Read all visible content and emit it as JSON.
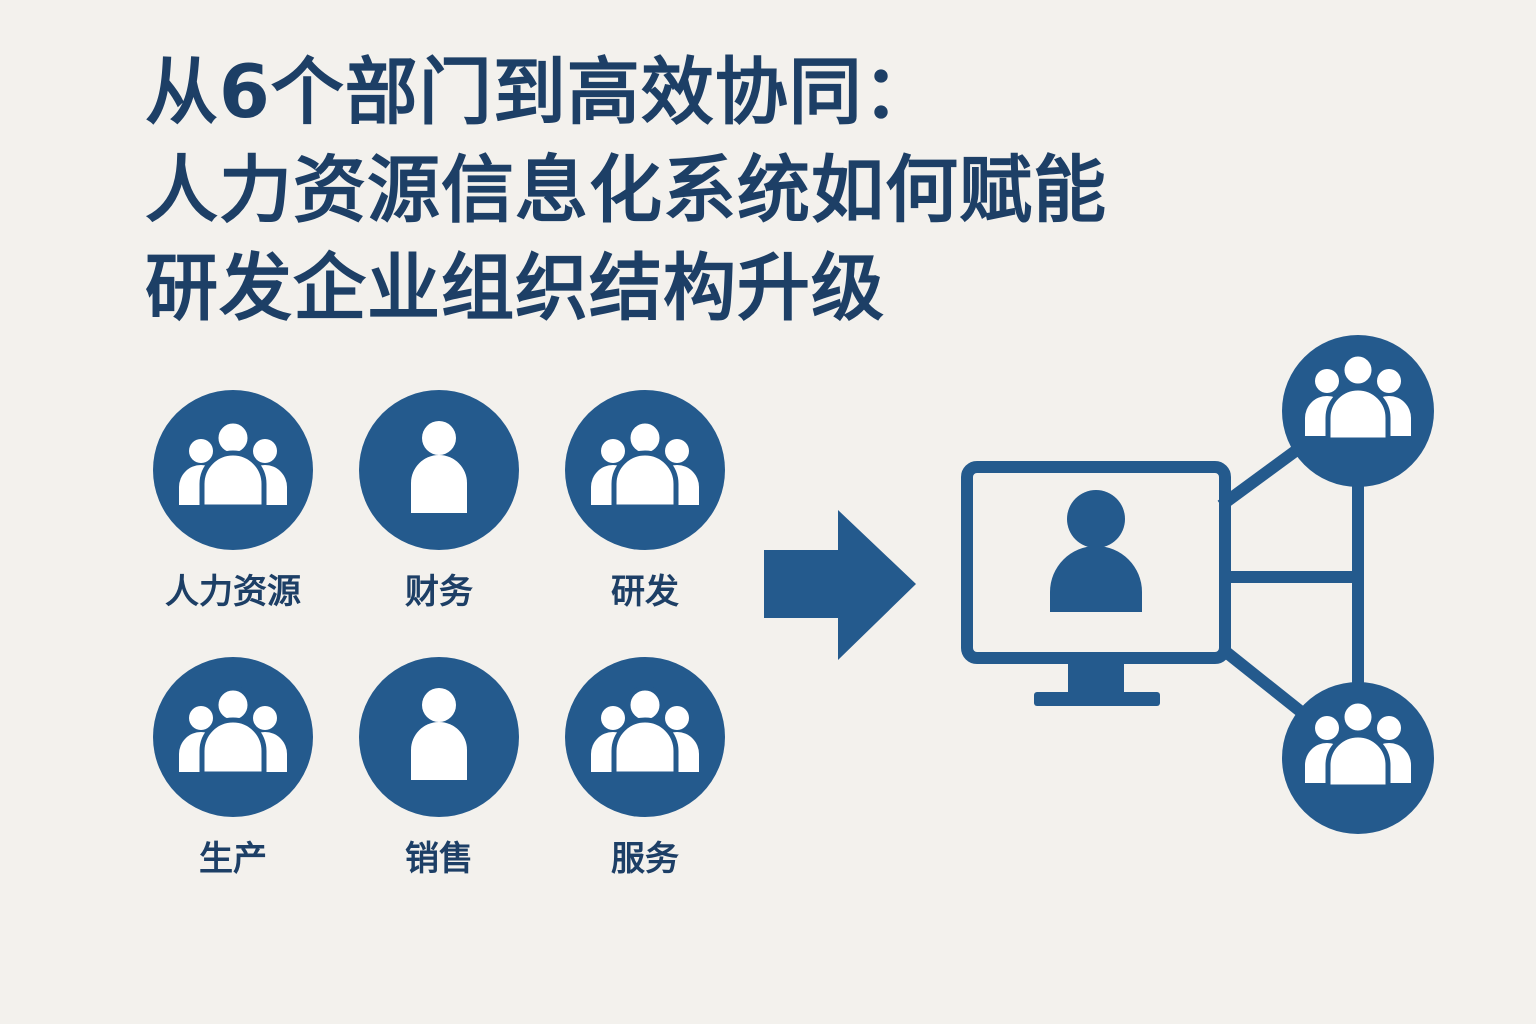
{
  "title": {
    "line1": "从6个部门到高效协同：",
    "line2": "人力资源信息化系统如何赋能",
    "line3": "研发企业组织结构升级"
  },
  "departments": [
    {
      "label": "人力资源",
      "icon": "group-icon"
    },
    {
      "label": "财务",
      "icon": "person-icon"
    },
    {
      "label": "研发",
      "icon": "group-icon"
    },
    {
      "label": "生产",
      "icon": "group-icon"
    },
    {
      "label": "销售",
      "icon": "person-icon"
    },
    {
      "label": "服务",
      "icon": "group-icon"
    }
  ],
  "colors": {
    "primary": "#245a8d",
    "title": "#1d3f66",
    "background": "#f3f1ed",
    "icon_fill": "#ffffff"
  },
  "system": {
    "icon": "monitor-icon",
    "connected_nodes": [
      "group-icon",
      "group-icon"
    ]
  }
}
